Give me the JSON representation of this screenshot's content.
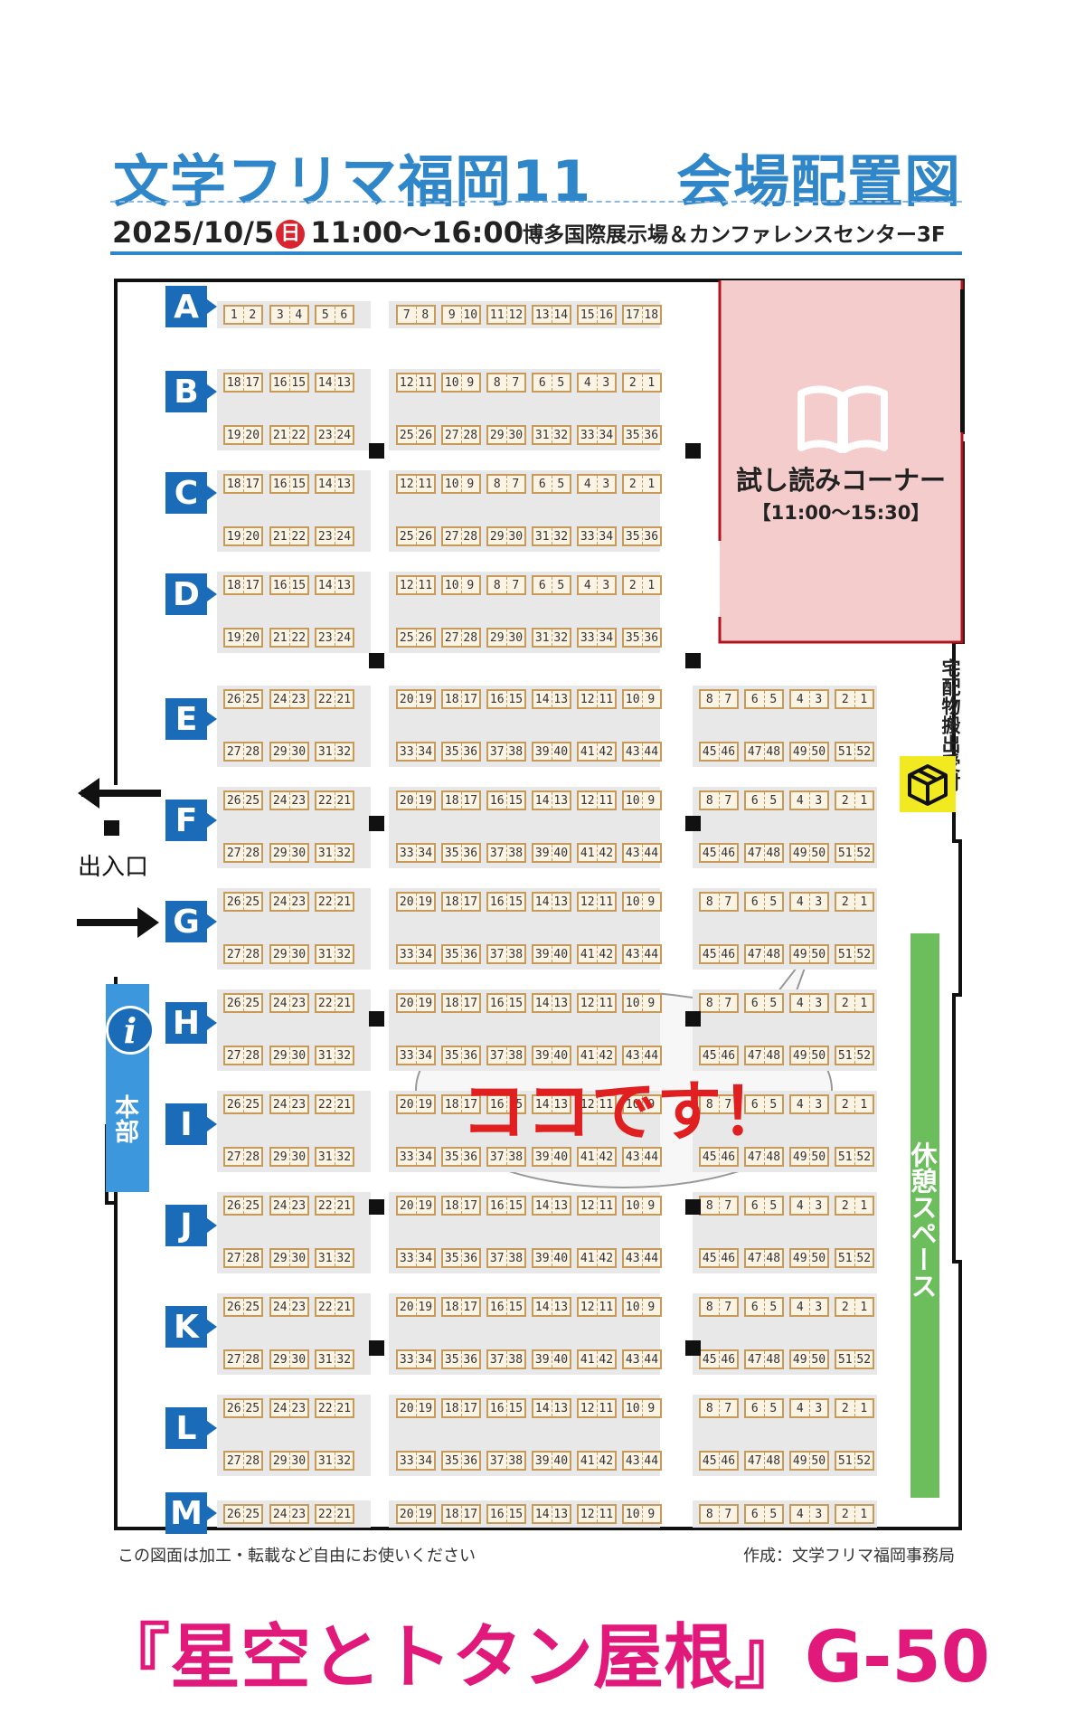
{
  "header": {
    "event_title": "文学フリマ福岡11",
    "map_title": "会場配置図",
    "date": "2025/10/5",
    "day_badge": "日",
    "time": "11:00〜16:00",
    "venue": "博多国際展示場＆カンファレンスセンター3F"
  },
  "reading_corner": {
    "title": "試し読みコーナー",
    "time": "【11:00〜15:30】",
    "icon": "open-book-icon"
  },
  "delivery": {
    "label": "宅配物搬出受付",
    "icon": "package-icon"
  },
  "entrance": {
    "label": "出入口"
  },
  "hq": {
    "label": "本部",
    "icon": "info-icon"
  },
  "rest_space": {
    "label": "休憩スペース"
  },
  "callout": {
    "text": "ココです！",
    "target": "50"
  },
  "footer": {
    "left_note": "この図面は加工・転載など自由にお使いください",
    "credit": "作成：文学フリマ福岡事務局"
  },
  "caption": "『星空とトタン屋根』G-50",
  "colors": {
    "accent_blue": "#2f86c8",
    "row_label": "#1a6cb8",
    "booth_border": "#c89a5a",
    "reading_bg": "#f5cccc",
    "rest_green": "#6cbd5c",
    "caption_pink": "#e0197a",
    "callout_red": "#e02020"
  },
  "rows": {
    "A": {
      "top": [
        [
          "1",
          "2"
        ],
        [
          "3",
          "4"
        ],
        [
          "5",
          "6"
        ],
        [
          "7",
          "8"
        ],
        [
          "9",
          "10"
        ],
        [
          "11",
          "12"
        ],
        [
          "13",
          "14"
        ],
        [
          "15",
          "16"
        ],
        [
          "17",
          "18"
        ]
      ]
    },
    "B": {
      "top": [
        [
          "18",
          "17"
        ],
        [
          "16",
          "15"
        ],
        [
          "14",
          "13"
        ],
        [
          "12",
          "11"
        ],
        [
          "10",
          "9"
        ],
        [
          "8",
          "7"
        ],
        [
          "6",
          "5"
        ],
        [
          "4",
          "3"
        ],
        [
          "2",
          "1"
        ]
      ],
      "bottom": [
        [
          "19",
          "20"
        ],
        [
          "21",
          "22"
        ],
        [
          "23",
          "24"
        ],
        [
          "25",
          "26"
        ],
        [
          "27",
          "28"
        ],
        [
          "29",
          "30"
        ],
        [
          "31",
          "32"
        ],
        [
          "33",
          "34"
        ],
        [
          "35",
          "36"
        ]
      ]
    },
    "C": {
      "top": [
        [
          "18",
          "17"
        ],
        [
          "16",
          "15"
        ],
        [
          "14",
          "13"
        ],
        [
          "12",
          "11"
        ],
        [
          "10",
          "9"
        ],
        [
          "8",
          "7"
        ],
        [
          "6",
          "5"
        ],
        [
          "4",
          "3"
        ],
        [
          "2",
          "1"
        ]
      ],
      "bottom": [
        [
          "19",
          "20"
        ],
        [
          "21",
          "22"
        ],
        [
          "23",
          "24"
        ],
        [
          "25",
          "26"
        ],
        [
          "27",
          "28"
        ],
        [
          "29",
          "30"
        ],
        [
          "31",
          "32"
        ],
        [
          "33",
          "34"
        ],
        [
          "35",
          "36"
        ]
      ]
    },
    "D": {
      "top": [
        [
          "18",
          "17"
        ],
        [
          "16",
          "15"
        ],
        [
          "14",
          "13"
        ],
        [
          "12",
          "11"
        ],
        [
          "10",
          "9"
        ],
        [
          "8",
          "7"
        ],
        [
          "6",
          "5"
        ],
        [
          "4",
          "3"
        ],
        [
          "2",
          "1"
        ]
      ],
      "bottom": [
        [
          "19",
          "20"
        ],
        [
          "21",
          "22"
        ],
        [
          "23",
          "24"
        ],
        [
          "25",
          "26"
        ],
        [
          "27",
          "28"
        ],
        [
          "29",
          "30"
        ],
        [
          "31",
          "32"
        ],
        [
          "33",
          "34"
        ],
        [
          "35",
          "36"
        ]
      ]
    },
    "E": {
      "top": [
        [
          "26",
          "25"
        ],
        [
          "24",
          "23"
        ],
        [
          "22",
          "21"
        ],
        [
          "20",
          "19"
        ],
        [
          "18",
          "17"
        ],
        [
          "16",
          "15"
        ],
        [
          "14",
          "13"
        ],
        [
          "12",
          "11"
        ],
        [
          "10",
          "9"
        ],
        [
          "8",
          "7"
        ],
        [
          "6",
          "5"
        ],
        [
          "4",
          "3"
        ],
        [
          "2",
          "1"
        ]
      ],
      "bottom": [
        [
          "27",
          "28"
        ],
        [
          "29",
          "30"
        ],
        [
          "31",
          "32"
        ],
        [
          "33",
          "34"
        ],
        [
          "35",
          "36"
        ],
        [
          "37",
          "38"
        ],
        [
          "39",
          "40"
        ],
        [
          "41",
          "42"
        ],
        [
          "43",
          "44"
        ],
        [
          "45",
          "46"
        ],
        [
          "47",
          "48"
        ],
        [
          "49",
          "50"
        ],
        [
          "51",
          "52"
        ]
      ]
    },
    "F": {
      "top": [
        [
          "26",
          "25"
        ],
        [
          "24",
          "23"
        ],
        [
          "22",
          "21"
        ],
        [
          "20",
          "19"
        ],
        [
          "18",
          "17"
        ],
        [
          "16",
          "15"
        ],
        [
          "14",
          "13"
        ],
        [
          "12",
          "11"
        ],
        [
          "10",
          "9"
        ],
        [
          "8",
          "7"
        ],
        [
          "6",
          "5"
        ],
        [
          "4",
          "3"
        ],
        [
          "2",
          "1"
        ]
      ],
      "bottom": [
        [
          "27",
          "28"
        ],
        [
          "29",
          "30"
        ],
        [
          "31",
          "32"
        ],
        [
          "33",
          "34"
        ],
        [
          "35",
          "36"
        ],
        [
          "37",
          "38"
        ],
        [
          "39",
          "40"
        ],
        [
          "41",
          "42"
        ],
        [
          "43",
          "44"
        ],
        [
          "45",
          "46"
        ],
        [
          "47",
          "48"
        ],
        [
          "49",
          "50"
        ],
        [
          "51",
          "52"
        ]
      ]
    },
    "G": {
      "top": [
        [
          "26",
          "25"
        ],
        [
          "24",
          "23"
        ],
        [
          "22",
          "21"
        ],
        [
          "20",
          "19"
        ],
        [
          "18",
          "17"
        ],
        [
          "16",
          "15"
        ],
        [
          "14",
          "13"
        ],
        [
          "12",
          "11"
        ],
        [
          "10",
          "9"
        ],
        [
          "8",
          "7"
        ],
        [
          "6",
          "5"
        ],
        [
          "4",
          "3"
        ],
        [
          "2",
          "1"
        ]
      ],
      "bottom": [
        [
          "27",
          "28"
        ],
        [
          "29",
          "30"
        ],
        [
          "31",
          "32"
        ],
        [
          "33",
          "34"
        ],
        [
          "35",
          "36"
        ],
        [
          "37",
          "38"
        ],
        [
          "39",
          "40"
        ],
        [
          "41",
          "42"
        ],
        [
          "43",
          "44"
        ],
        [
          "45",
          "46"
        ],
        [
          "47",
          "48"
        ],
        [
          "49",
          "50"
        ],
        [
          "51",
          "52"
        ]
      ]
    },
    "H": {
      "top": [
        [
          "26",
          "25"
        ],
        [
          "24",
          "23"
        ],
        [
          "22",
          "21"
        ],
        [
          "20",
          "19"
        ],
        [
          "18",
          "17"
        ],
        [
          "16",
          "15"
        ],
        [
          "14",
          "13"
        ],
        [
          "12",
          "11"
        ],
        [
          "10",
          "9"
        ],
        [
          "8",
          "7"
        ],
        [
          "6",
          "5"
        ],
        [
          "4",
          "3"
        ],
        [
          "2",
          "1"
        ]
      ],
      "bottom": [
        [
          "27",
          "28"
        ],
        [
          "29",
          "30"
        ],
        [
          "31",
          "32"
        ],
        [
          "33",
          "34"
        ],
        [
          "35",
          "36"
        ],
        [
          "37",
          "38"
        ],
        [
          "39",
          "40"
        ],
        [
          "41",
          "42"
        ],
        [
          "43",
          "44"
        ],
        [
          "45",
          "46"
        ],
        [
          "47",
          "48"
        ],
        [
          "49",
          "50"
        ],
        [
          "51",
          "52"
        ]
      ]
    },
    "I": {
      "top": [
        [
          "26",
          "25"
        ],
        [
          "24",
          "23"
        ],
        [
          "22",
          "21"
        ],
        [
          "20",
          "19"
        ],
        [
          "18",
          "17"
        ],
        [
          "16",
          "15"
        ],
        [
          "14",
          "13"
        ],
        [
          "12",
          "11"
        ],
        [
          "10",
          "9"
        ],
        [
          "8",
          "7"
        ],
        [
          "6",
          "5"
        ],
        [
          "4",
          "3"
        ],
        [
          "2",
          "1"
        ]
      ],
      "bottom": [
        [
          "27",
          "28"
        ],
        [
          "29",
          "30"
        ],
        [
          "31",
          "32"
        ],
        [
          "33",
          "34"
        ],
        [
          "35",
          "36"
        ],
        [
          "37",
          "38"
        ],
        [
          "39",
          "40"
        ],
        [
          "41",
          "42"
        ],
        [
          "43",
          "44"
        ],
        [
          "45",
          "46"
        ],
        [
          "47",
          "48"
        ],
        [
          "49",
          "50"
        ],
        [
          "51",
          "52"
        ]
      ]
    },
    "J": {
      "top": [
        [
          "26",
          "25"
        ],
        [
          "24",
          "23"
        ],
        [
          "22",
          "21"
        ],
        [
          "20",
          "19"
        ],
        [
          "18",
          "17"
        ],
        [
          "16",
          "15"
        ],
        [
          "14",
          "13"
        ],
        [
          "12",
          "11"
        ],
        [
          "10",
          "9"
        ],
        [
          "8",
          "7"
        ],
        [
          "6",
          "5"
        ],
        [
          "4",
          "3"
        ],
        [
          "2",
          "1"
        ]
      ],
      "bottom": [
        [
          "27",
          "28"
        ],
        [
          "29",
          "30"
        ],
        [
          "31",
          "32"
        ],
        [
          "33",
          "34"
        ],
        [
          "35",
          "36"
        ],
        [
          "37",
          "38"
        ],
        [
          "39",
          "40"
        ],
        [
          "41",
          "42"
        ],
        [
          "43",
          "44"
        ],
        [
          "45",
          "46"
        ],
        [
          "47",
          "48"
        ],
        [
          "49",
          "50"
        ],
        [
          "51",
          "52"
        ]
      ]
    },
    "K": {
      "top": [
        [
          "26",
          "25"
        ],
        [
          "24",
          "23"
        ],
        [
          "22",
          "21"
        ],
        [
          "20",
          "19"
        ],
        [
          "18",
          "17"
        ],
        [
          "16",
          "15"
        ],
        [
          "14",
          "13"
        ],
        [
          "12",
          "11"
        ],
        [
          "10",
          "9"
        ],
        [
          "8",
          "7"
        ],
        [
          "6",
          "5"
        ],
        [
          "4",
          "3"
        ],
        [
          "2",
          "1"
        ]
      ],
      "bottom": [
        [
          "27",
          "28"
        ],
        [
          "29",
          "30"
        ],
        [
          "31",
          "32"
        ],
        [
          "33",
          "34"
        ],
        [
          "35",
          "36"
        ],
        [
          "37",
          "38"
        ],
        [
          "39",
          "40"
        ],
        [
          "41",
          "42"
        ],
        [
          "43",
          "44"
        ],
        [
          "45",
          "46"
        ],
        [
          "47",
          "48"
        ],
        [
          "49",
          "50"
        ],
        [
          "51",
          "52"
        ]
      ]
    },
    "L": {
      "top": [
        [
          "26",
          "25"
        ],
        [
          "24",
          "23"
        ],
        [
          "22",
          "21"
        ],
        [
          "20",
          "19"
        ],
        [
          "18",
          "17"
        ],
        [
          "16",
          "15"
        ],
        [
          "14",
          "13"
        ],
        [
          "12",
          "11"
        ],
        [
          "10",
          "9"
        ],
        [
          "8",
          "7"
        ],
        [
          "6",
          "5"
        ],
        [
          "4",
          "3"
        ],
        [
          "2",
          "1"
        ]
      ],
      "bottom": [
        [
          "27",
          "28"
        ],
        [
          "29",
          "30"
        ],
        [
          "31",
          "32"
        ],
        [
          "33",
          "34"
        ],
        [
          "35",
          "36"
        ],
        [
          "37",
          "38"
        ],
        [
          "39",
          "40"
        ],
        [
          "41",
          "42"
        ],
        [
          "43",
          "44"
        ],
        [
          "45",
          "46"
        ],
        [
          "47",
          "48"
        ],
        [
          "49",
          "50"
        ],
        [
          "51",
          "52"
        ]
      ]
    },
    "M": {
      "top": [
        [
          "26",
          "25"
        ],
        [
          "24",
          "23"
        ],
        [
          "22",
          "21"
        ],
        [
          "20",
          "19"
        ],
        [
          "18",
          "17"
        ],
        [
          "16",
          "15"
        ],
        [
          "14",
          "13"
        ],
        [
          "12",
          "11"
        ],
        [
          "10",
          "9"
        ],
        [
          "8",
          "7"
        ],
        [
          "6",
          "5"
        ],
        [
          "4",
          "3"
        ],
        [
          "2",
          "1"
        ]
      ]
    }
  }
}
